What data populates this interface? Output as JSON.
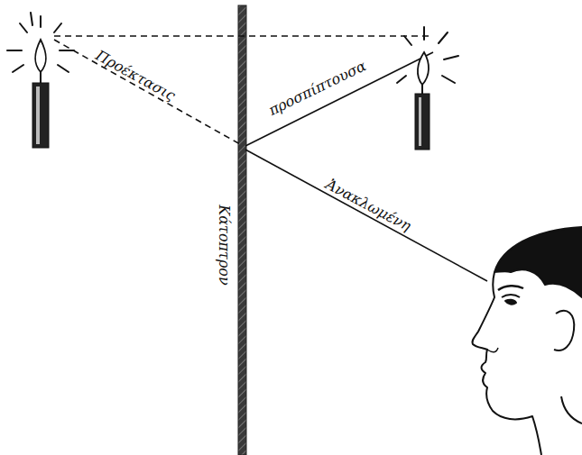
{
  "diagram": {
    "labels": [
      "Προέκτασις",
      "προσπίπτουσα",
      "Ἀνακλωμένη",
      "Κάτοπτρον"
    ]
  }
}
